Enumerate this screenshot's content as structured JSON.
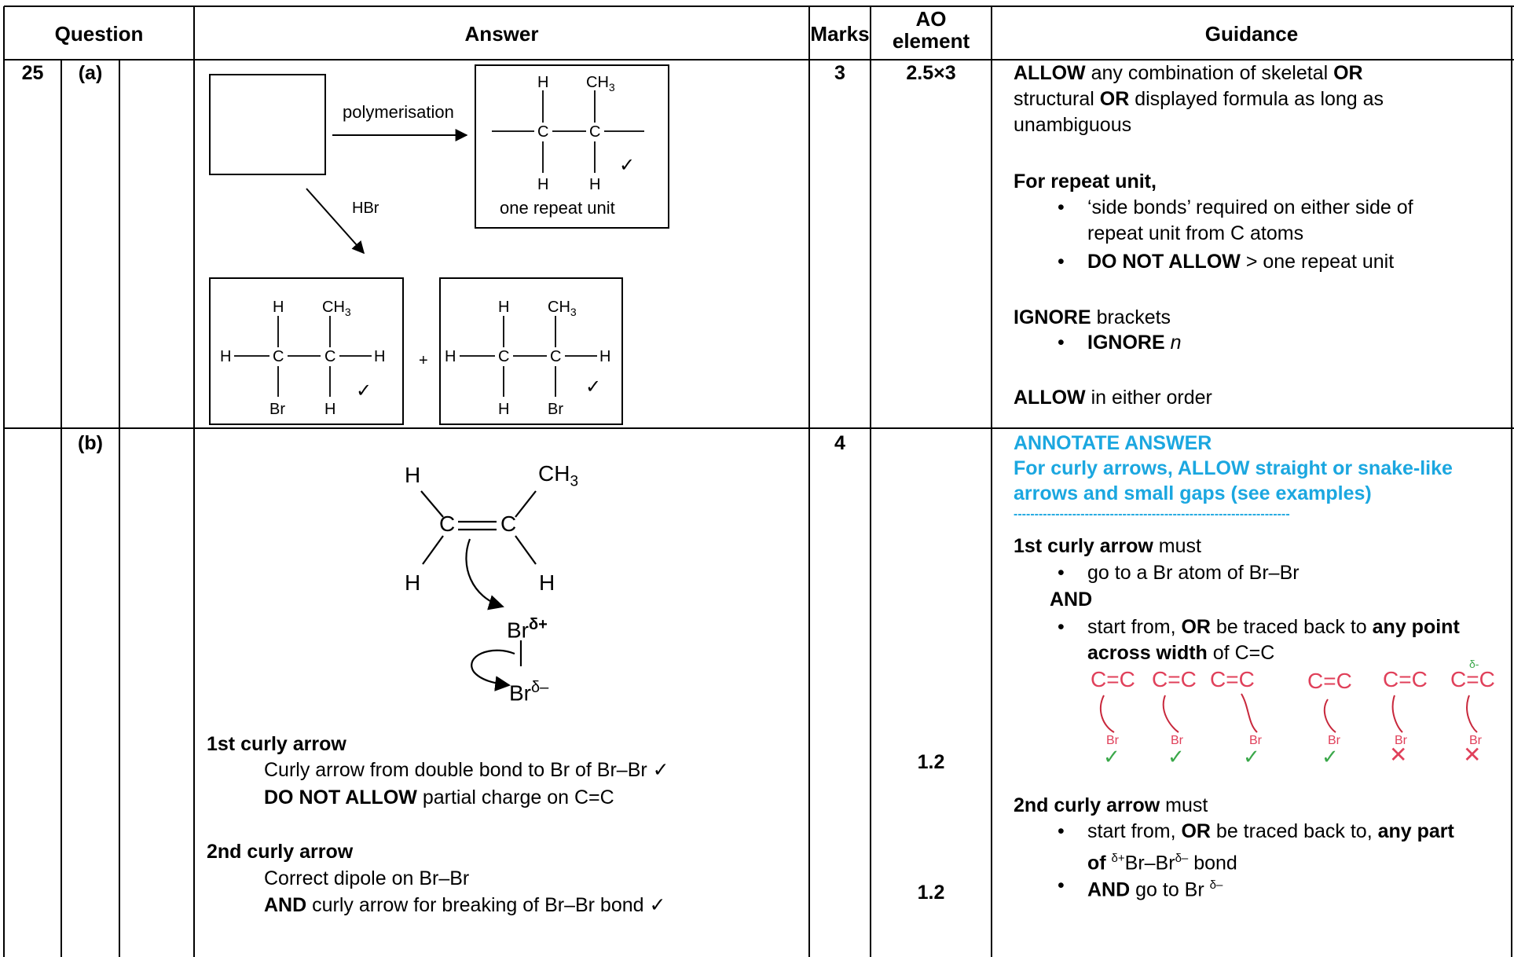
{
  "header": {
    "question": "Question",
    "answer": "Answer",
    "marks": "Marks",
    "ao_line1": "AO",
    "ao_line2": "element",
    "guidance": "Guidance"
  },
  "row_a": {
    "question_number": "25",
    "part": "(a)",
    "marks": "3",
    "ao": "2.5×3",
    "diagram": {
      "polymerisation_label": "polymerisation",
      "hbr_label": "HBr",
      "repeat_unit_label": "one repeat unit",
      "plus": "+",
      "tick": "✓",
      "atom_h": "H",
      "atom_c": "C",
      "atom_br": "Br",
      "atom_ch3": "CH",
      "sub3": "3"
    },
    "guidance": {
      "g1_allow": "ALLOW",
      "g1_text": " any combination of skeletal ",
      "g1_or1": "OR",
      "g1_line2a": "structural ",
      "g1_or2": "OR",
      "g1_line2b": " displayed formula as long as",
      "g1_line3": "unambiguous",
      "repeat_heading": "For repeat unit,",
      "bullet1_line1": "‘side bonds’ required on either side of",
      "bullet1_line2": "repeat unit from C atoms",
      "bullet2_bold": "DO NOT ALLOW",
      "bullet2_text": " > one repeat unit",
      "ignore_bold": "IGNORE",
      "ignore_text": " brackets",
      "ignore_n_bold": "IGNORE ",
      "ignore_n_ital": "n",
      "allow_bold": "ALLOW",
      "allow_text": " in either order"
    }
  },
  "row_b": {
    "part": "(b)",
    "marks": "4",
    "ao1": "1.2",
    "ao2": "1.2",
    "mechanism": {
      "h": "H",
      "c": "C",
      "ch3": "CH",
      "sub3": "3",
      "br": "Br",
      "delta_plus": "δ+",
      "delta_minus": "δ–"
    },
    "answer": {
      "arrow1_heading": "1st curly arrow",
      "arrow1_line1": "Curly arrow from double bond to Br of Br–Br ✓",
      "arrow1_line2_bold": "DO NOT ALLOW",
      "arrow1_line2_text": " partial charge on C=C",
      "arrow2_heading": "2nd curly arrow",
      "arrow2_line1": "Correct dipole on Br–Br",
      "arrow2_line2_bold": "AND",
      "arrow2_line2_text": " curly arrow for breaking of Br–Br bond ✓"
    },
    "guidance": {
      "annotate": "ANNOTATE ANSWER",
      "cyan_line1": "For curly arrows, ALLOW straight or snake-like",
      "cyan_line2": "arrows and small gaps (see examples)",
      "dashes": "------------------------------------------------------------------",
      "first_bold": "1st curly arrow",
      "first_text": " must",
      "b1": "go to a Br atom of Br–Br",
      "and1": "AND",
      "b2_text1": "start from, ",
      "b2_or": "OR",
      "b2_text2": " be traced back to ",
      "b2_bold": "any point",
      "b2_line2_bold": "across width",
      "b2_line2_text": " of C=C",
      "hand_cc": "C=C",
      "hand_br": "Br",
      "hand_delta": "δ-",
      "check": "✓",
      "cross": "✕",
      "second_bold": "2nd curly arrow",
      "second_text": " must",
      "s1_text1": "start from, ",
      "s1_or": "OR",
      "s1_text2": " be traced back to, ",
      "s1_bold": "any part",
      "s1_line2_bold": "of ",
      "s1_sup1": "δ+",
      "s1_line2_text": "Br–Br",
      "s1_sup2": "δ–",
      "s1_line2_end": " bond",
      "s2_bold": "AND",
      "s2_text": " go to Br ",
      "s2_sup": "δ–"
    }
  }
}
